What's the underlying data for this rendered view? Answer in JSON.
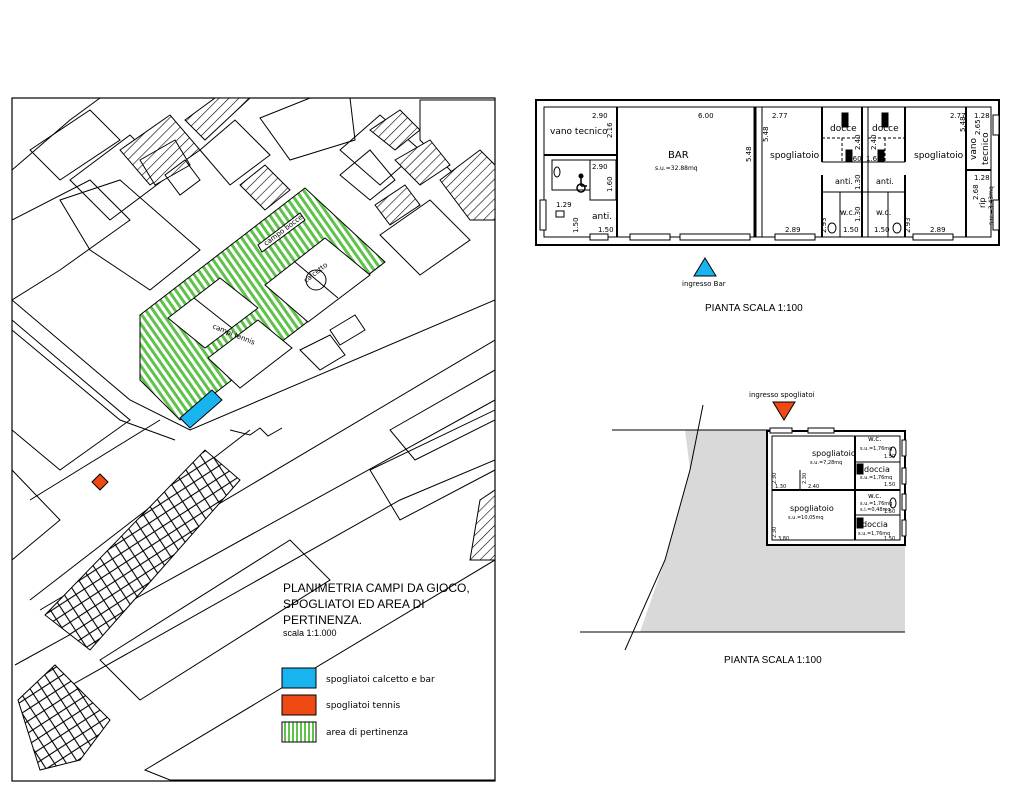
{
  "site_plan": {
    "title_line1": "PLANIMETRIA CAMPI DA GIOCO,",
    "title_line2": "SPOGLIATOI ED AREA DI",
    "title_line3": "PERTINENZA.",
    "scale": "scala 1:1.000",
    "labels": {
      "bocce": "campo bocce",
      "calcetto": "calcetto",
      "tennis": "campi tennis"
    },
    "legend": [
      {
        "label": "spogliatoi calcetto e bar",
        "color": "#19b4f0"
      },
      {
        "label": "spogliatoi tennis",
        "color": "#f04a14"
      },
      {
        "label": "area di pertinenza",
        "color": "#5fc24a"
      }
    ]
  },
  "plan_top": {
    "scale_label": "PIANTA SCALA 1:100",
    "entrance": {
      "label": "ingresso Bar",
      "color": "#19b4f0"
    },
    "rooms": {
      "vano_tecnico_left": "vano tecnico",
      "bar": "BAR",
      "bar_area": "s.u.=32.88mq",
      "anti_left": "anti.",
      "spogliatoio_a": "spogliatoio",
      "docce_a": "docce",
      "docce_b": "docce",
      "anti_mid": "anti.",
      "anti_mid2": "anti.",
      "wc_a": "w.c.",
      "wc_b": "w.c.",
      "spogliatoio_b": "spogliatoio",
      "vano_tecnico_right_1": "vano",
      "vano_tecnico_right_2": "tecnico",
      "rip": "rip",
      "rip_area": "s.u.=3.43mq"
    },
    "dims": {
      "d290a": "2.90",
      "d600": "6.00",
      "d277a": "2.77",
      "d277b": "2.77",
      "d128a": "1.28",
      "d216": "2.16",
      "d290b": "2.90",
      "d548a": "5.48",
      "d548b": "5.48",
      "d548c": "5.48",
      "d160a": "1.60",
      "d160b": "1.60",
      "d160c": "1.60",
      "d240a": "2.40",
      "d240b": "2.40",
      "d130a": "1.30",
      "d130b": "1.30",
      "d129": "1.29",
      "d150a": "1.50",
      "d150b": "1.50",
      "d150c": "1.50",
      "d150d": "1.50",
      "d289a": "2.89",
      "d289b": "2.89",
      "d293a": "2.93",
      "d293b": "2.93",
      "d128b": "1.28",
      "d268": "2.68",
      "d265": "2.65"
    }
  },
  "plan_bottom": {
    "scale_label": "PIANTA SCALA 1:100",
    "entrance": {
      "label": "ingresso spogliatoi",
      "color": "#f04a14"
    },
    "rooms": {
      "wc1": "w.c.",
      "wc1_area": "s.u.=1,76mq",
      "spog1": "spogliatoio",
      "spog1_area": "s.u.=7,28mq",
      "doccia1": "doccia",
      "doccia1_area": "s.u.=1,76mq",
      "wc2": "w.c.",
      "wc2_area": "s.u.=1,76mq",
      "wc2_area2": "s.i.=0,48mq",
      "spog2": "spogliatoio",
      "spog2_area": "s.u.=10,05mq",
      "doccia2": "doccia",
      "doccia2_area": "s.u.=1,76mq"
    },
    "dims": {
      "b150a": "1.50",
      "b150b": "1.50",
      "b150c": "1.50",
      "b150d": "1.50",
      "b130": "1.30",
      "b240": "2.40",
      "b230": "2.30",
      "b380": "3.80",
      "b230b": "2.30",
      "b230c": "2.30"
    }
  }
}
